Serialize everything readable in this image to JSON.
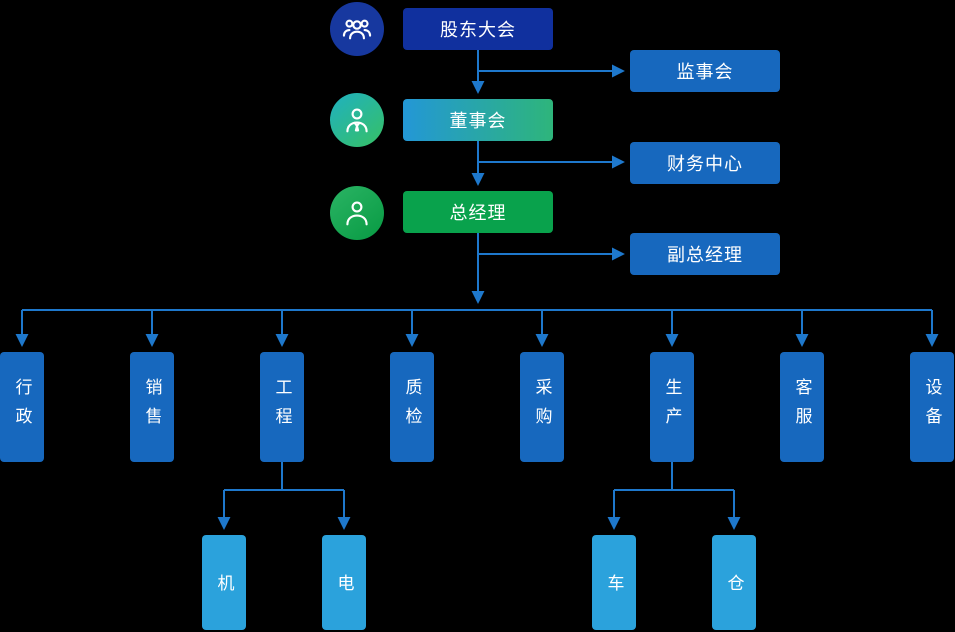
{
  "diagram": {
    "nodes": {
      "shareholders": "股东大会",
      "board": "董事会",
      "general_manager": "总经理",
      "supervisory_board": "监事会",
      "finance_center": "财务中心",
      "deputy_gm": "副总经理"
    },
    "departments": [
      "行政",
      "销售",
      "工程",
      "质检",
      "采购",
      "生产",
      "客服",
      "设备"
    ],
    "engineering_subs": [
      "机",
      "电"
    ],
    "production_subs": [
      "车",
      "仓"
    ],
    "icons": [
      "people-group-icon",
      "person-tie-icon",
      "person-icon"
    ],
    "colors": {
      "background": "#000000",
      "shareholders_box": "#10309E",
      "board_gradient_start": "#2397D6",
      "board_gradient_end": "#2EB57B",
      "gm_box": "#09A24C",
      "side_box": "#1768BE",
      "dept_box": "#1768BE",
      "sub_box": "#2BA2DC",
      "connector": "#1E78CC",
      "text": "#FFFFFF"
    }
  }
}
